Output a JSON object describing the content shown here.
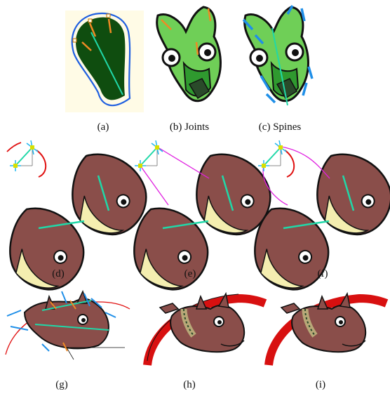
{
  "figure": {
    "panels": [
      {
        "id": "a",
        "caption": "(a)"
      },
      {
        "id": "b",
        "caption": "(b) Joints"
      },
      {
        "id": "c",
        "caption": "(c) Spines"
      },
      {
        "id": "d",
        "caption": "(d)"
      },
      {
        "id": "e",
        "caption": "(e)"
      },
      {
        "id": "f",
        "caption": "(f)"
      },
      {
        "id": "g",
        "caption": "(g)"
      },
      {
        "id": "h",
        "caption": "(h)"
      },
      {
        "id": "i",
        "caption": "(i)"
      }
    ]
  },
  "colors": {
    "dark_green": "#0f4d0f",
    "light_green": "#6fcf57",
    "mid_green": "#2f9a2f",
    "cream_bg": "#fffbe6",
    "spine_teal": "#20d8a8",
    "joint_orange": "#f08a24",
    "outline_blue": "#1f5fe0",
    "cyan": "#22b8f0",
    "magenta": "#e020e0",
    "red": "#e01010",
    "brown": "#8a4e4a",
    "cream_muzzle": "#f4eeb0",
    "collar": "#b8a878"
  }
}
